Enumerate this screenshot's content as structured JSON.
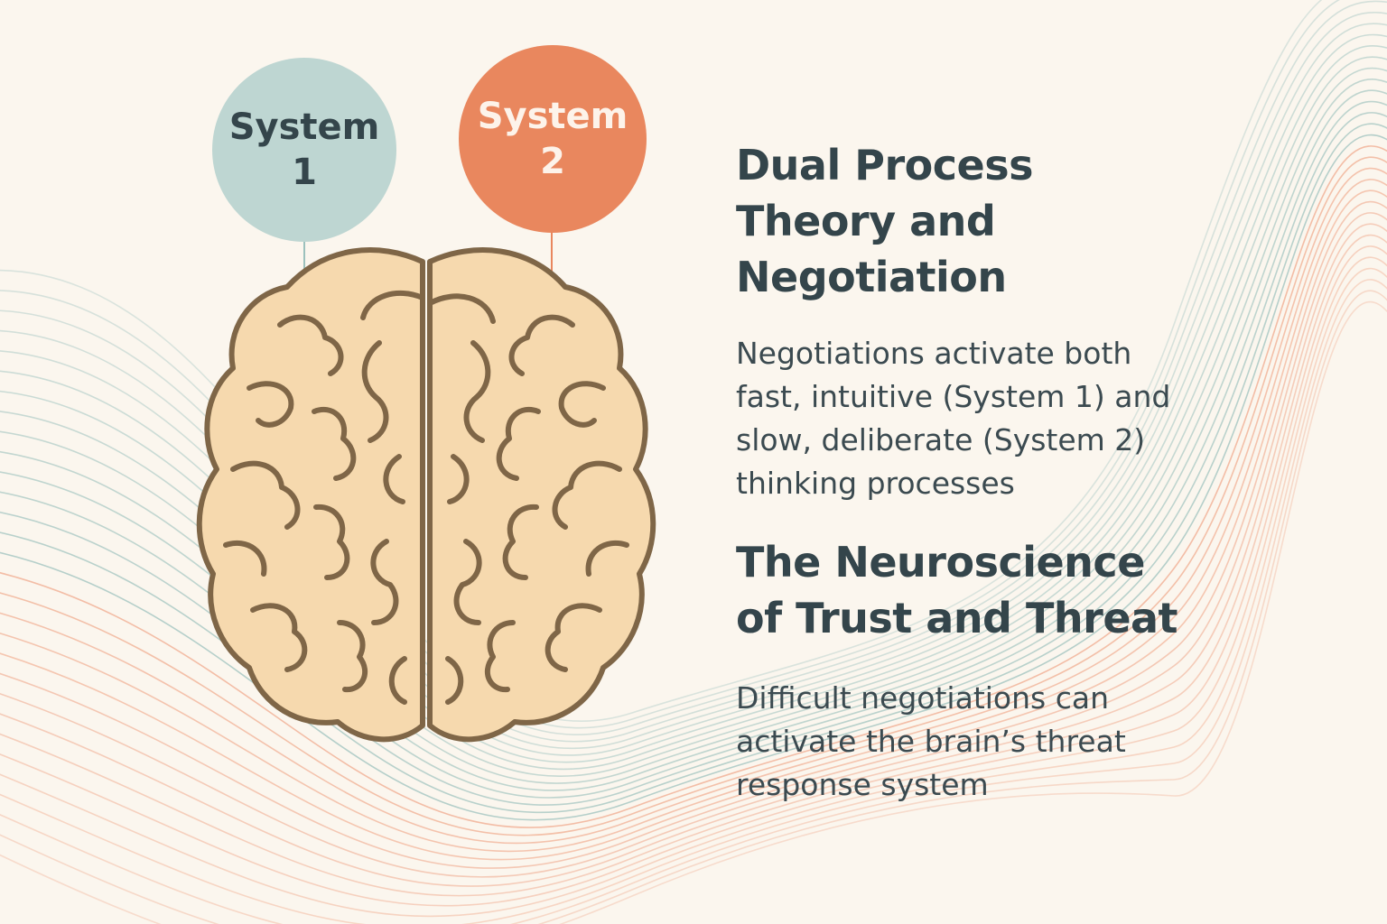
{
  "colors": {
    "background": "#fbf6ee",
    "system1": "#bed6d2",
    "system2": "#e9875e",
    "brain_fill": "#f6d9ae",
    "brain_outline": "#7f6647",
    "text": "#34454b",
    "wave_teal": "#9cc1bd",
    "wave_orange": "#f0a98c"
  },
  "icons": {
    "brain": "brain-icon"
  },
  "system1": {
    "line1": "System",
    "line2": "1"
  },
  "system2": {
    "line1": "System",
    "line2": "2"
  },
  "section1": {
    "title_line1": "Dual Process",
    "title_line2": "Theory and",
    "title_line3": "Negotiation",
    "body_line1": "Negotiations activate both",
    "body_line2": "fast, intuitive (System 1) and",
    "body_line3": "slow, deliberate (System 2)",
    "body_line4": "thinking processes"
  },
  "section2": {
    "title_line1": "The Neuroscience",
    "title_line2": "of Trust and Threat",
    "body_line1": "Difficult negotiations can",
    "body_line2": "activate the brain’s threat",
    "body_line3": "response system"
  }
}
